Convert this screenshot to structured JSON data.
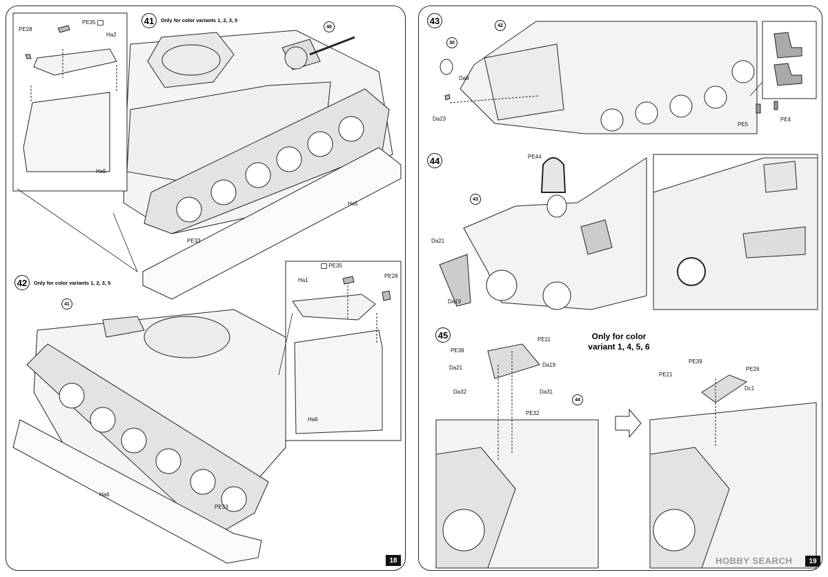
{
  "left_page": {
    "page_number": "18",
    "step41": {
      "number": "41",
      "subtitle": "Only for color variants 1, 2, 3, 5",
      "callout": "40",
      "labels": {
        "pe28": "PE28",
        "pe35": "PE35",
        "ha2": "Ha2",
        "ha5_inset": "Ha5",
        "ha5": "Ha5",
        "pe33": "PE33"
      }
    },
    "step42": {
      "number": "42",
      "subtitle": "Only for color variants 1, 2, 3, 5",
      "callout": "41",
      "labels": {
        "pe35": "PE35",
        "pe28": "PE28",
        "ha1": "Ha1",
        "ha6_inset": "Ha6",
        "ha6": "Ha6",
        "pe33": "PE33"
      }
    }
  },
  "right_page": {
    "page_number": "19",
    "step43": {
      "number": "43",
      "callout_a": "42",
      "callout_b": "30",
      "labels": {
        "da9": "Da9",
        "da23": "Da23",
        "pe5": "PE5",
        "pe4": "PE4"
      }
    },
    "step44": {
      "number": "44",
      "callout": "43",
      "labels": {
        "pe44": "PE44",
        "da21": "Da21",
        "da19": "Da19"
      }
    },
    "step45": {
      "number": "45",
      "callout": "44",
      "variant_note_line1": "Only for color",
      "variant_note_line2": "variant 1, 4, 5, 6",
      "labels": {
        "pe38": "PE38",
        "pe11": "PE11",
        "da21": "Da21",
        "da19": "Da19",
        "da32": "Da32",
        "da31": "Da31",
        "pe32": "PE32",
        "pe39": "PE39",
        "pe26": "PE26",
        "pe21": "PE21",
        "dc1": "Dc1"
      }
    },
    "watermark": "HOBBY SEARCH"
  }
}
